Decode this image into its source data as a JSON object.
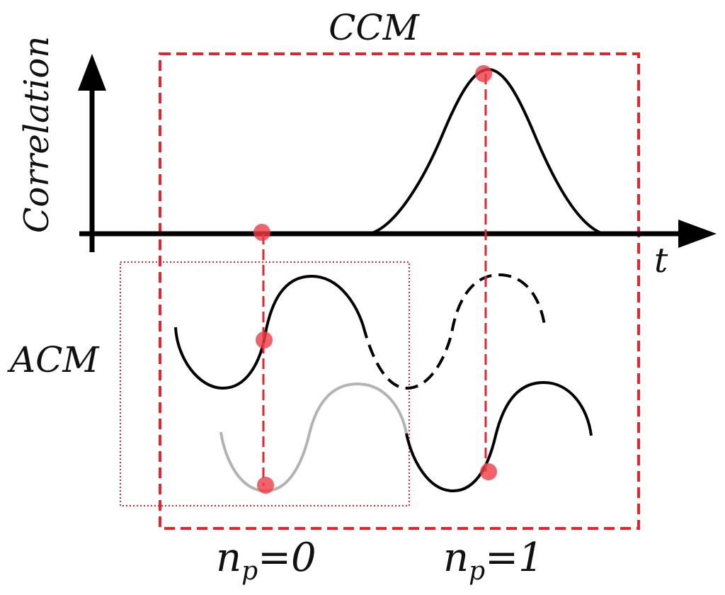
{
  "labels": {
    "ccm": "CCM",
    "acm": "ACM",
    "y_axis": "Correlation",
    "x_axis": "t",
    "np0_var": "n",
    "np0_sub": "p",
    "np0_val": "=0",
    "np1_var": "n",
    "np1_sub": "p",
    "np1_val": "=1"
  },
  "colors": {
    "axis": "#000000",
    "curve": "#000000",
    "shifted_curve": "#b3b3b3",
    "ccm_box": "#e8232a",
    "acm_box": "#e8232a",
    "marker": "#ee3b45"
  }
}
